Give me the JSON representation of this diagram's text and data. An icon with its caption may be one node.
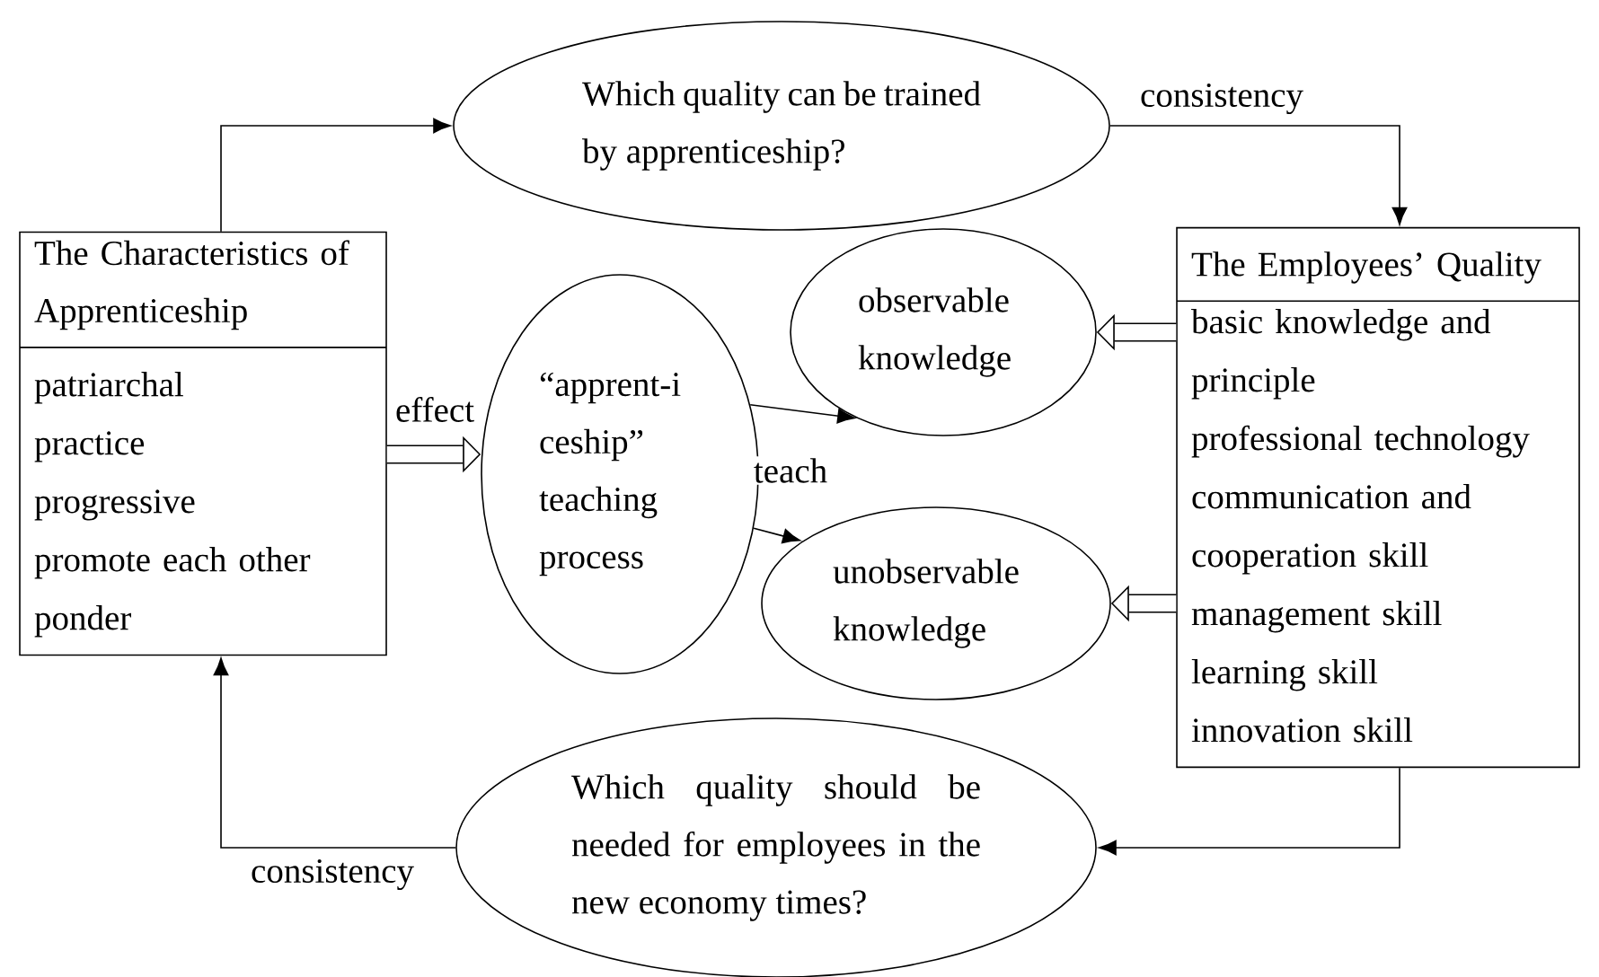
{
  "diagram": {
    "nodes": [
      {
        "text": [
          "The Characteristics of Apprenticeship",
          "patriarchal",
          "practice",
          "progressive",
          "promote each other",
          "ponder"
        ]
      },
      {
        "text": [
          "Which quality can be trained by apprenticeship?"
        ]
      },
      {
        "text": [
          "The Employees’ Quality",
          "basic knowledge and principle",
          "professional technology",
          "communication and cooperation skill",
          "management skill",
          "learning skill",
          "innovation skill"
        ]
      },
      {
        "text": [
          "“apprent-i ceship” teaching process"
        ]
      },
      {
        "text": [
          "observable knowledge"
        ]
      },
      {
        "text": [
          "unobservable knowledge"
        ]
      },
      {
        "text": [
          "Which quality should be needed for employees in the new economy times?"
        ]
      }
    ],
    "edges": [
      {
        "from": 0,
        "to": 1,
        "arrow": "to"
      },
      {
        "from": 1,
        "to": 2,
        "arrow": "to",
        "label": "consistency"
      },
      {
        "from": 0,
        "to": 3,
        "arrow": "to",
        "style": "thick",
        "label": "effect"
      },
      {
        "from": 3,
        "to": 4,
        "arrow": "to",
        "label": "teach"
      },
      {
        "from": 3,
        "to": 5,
        "arrow": "to"
      },
      {
        "from": 2,
        "to": 4,
        "arrow": "to",
        "style": "thick"
      },
      {
        "from": 2,
        "to": 5,
        "arrow": "to",
        "style": "thick"
      },
      {
        "from": 2,
        "to": 6,
        "arrow": "to"
      },
      {
        "from": 6,
        "to": 0,
        "arrow": "to",
        "label": "consistency"
      }
    ]
  }
}
